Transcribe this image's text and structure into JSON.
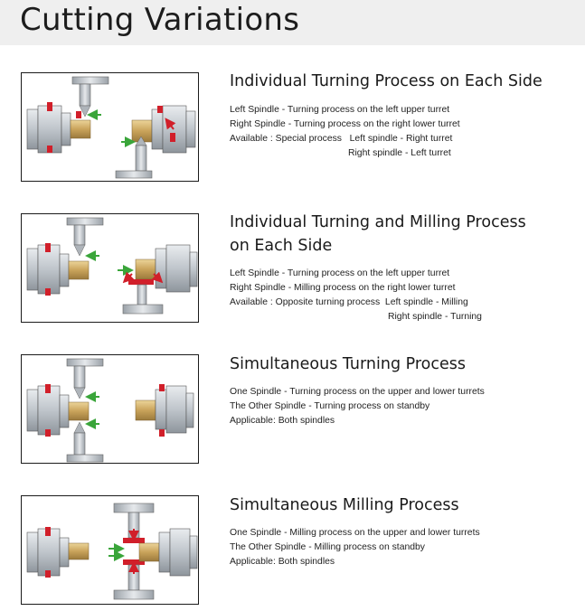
{
  "page_title": "Cutting Variations",
  "sections": [
    {
      "title": "Individual Turning Process on Each Side",
      "lines": [
        "Left Spindle - Turning process on the left upper turret",
        "Right Spindle - Turning process on the right lower turret",
        "Available : Special process   Left spindle - Right turret",
        "Right spindle - Left turret"
      ]
    },
    {
      "title": "Individual Turning and Milling Process",
      "title2": "on Each Side",
      "lines": [
        "Left Spindle - Turning process on the left upper turret",
        "Right Spindle - Milling process on the right lower turret",
        "Available : Opposite turning process  Left spindle - Milling",
        "Right spindle - Turning"
      ]
    },
    {
      "title": "Simultaneous Turning Process",
      "lines": [
        "One Spindle - Turning process on the upper and lower turrets",
        "The Other Spindle - Turning process on standby",
        "Applicable: Both spindles"
      ]
    },
    {
      "title": "Simultaneous Milling Process",
      "lines": [
        "One Spindle - Milling process on the upper and lower turrets",
        "The Other Spindle - Milling process on standby",
        "Applicable: Both spindles"
      ]
    }
  ],
  "colors": {
    "header_bg": "#efefef",
    "arrow_green": "#3aa53a",
    "tool_red": "#d11f2a",
    "workpiece": "#c9a35a",
    "machine_gray": "#b9bec4"
  }
}
